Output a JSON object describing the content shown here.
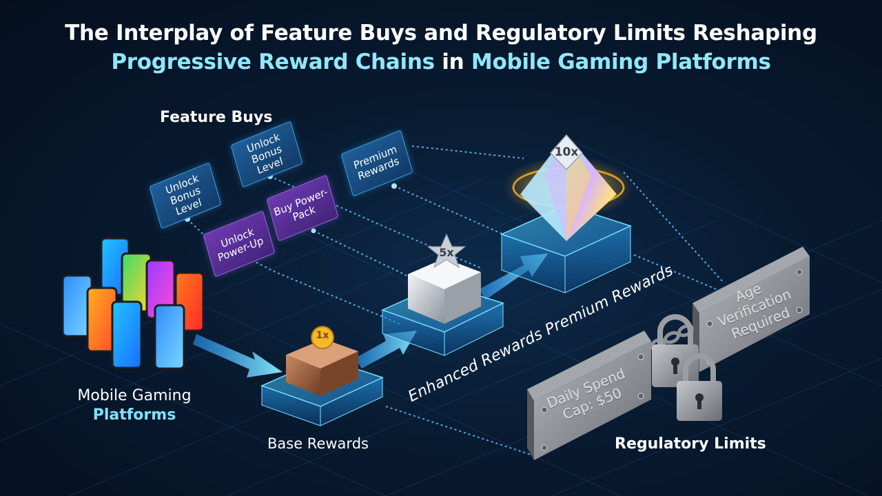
{
  "title": {
    "line1": "The Interplay of Feature Buys and Regulatory Limits Reshaping",
    "line2_part1": "Progressive Reward Chains",
    "line2_part2": " in ",
    "line2_part3": "Mobile Gaming Platforms"
  },
  "sections": {
    "feature_buys": "Feature Buys",
    "platforms_line1": "Mobile Gaming",
    "platforms_line2": "Platforms",
    "base_rewards": "Base Rewards",
    "regulatory_limits": "Regulatory Limits",
    "chain_label": "Enhanced Rewards Premium Rewards"
  },
  "feature_tags": [
    {
      "text": "Unlock Bonus Level",
      "color": "blue"
    },
    {
      "text": "Unlock Bonus Level",
      "color": "blue"
    },
    {
      "text": "Premium Rewards",
      "color": "blue"
    },
    {
      "text": "Unlock Power-Up",
      "color": "purple"
    },
    {
      "text": "Buy Power-Pack",
      "color": "purple"
    }
  ],
  "reward_tiers": [
    {
      "multiplier": "1x",
      "color": "#b0704a"
    },
    {
      "multiplier": "5x",
      "color": "#cfd3da"
    },
    {
      "multiplier": "10x",
      "color": "#ffd45c"
    }
  ],
  "regulatory_plates": [
    {
      "text": "Daily Spend Cap: $50"
    },
    {
      "text": "Age Verification Required"
    }
  ],
  "colors": {
    "accent_cyan": "#7fe3ff",
    "platform_blue": "#2aa8ff",
    "tag_blue": "#1e5f9a",
    "tag_purple": "#6c3ab0",
    "steel": "#8a8d93"
  }
}
